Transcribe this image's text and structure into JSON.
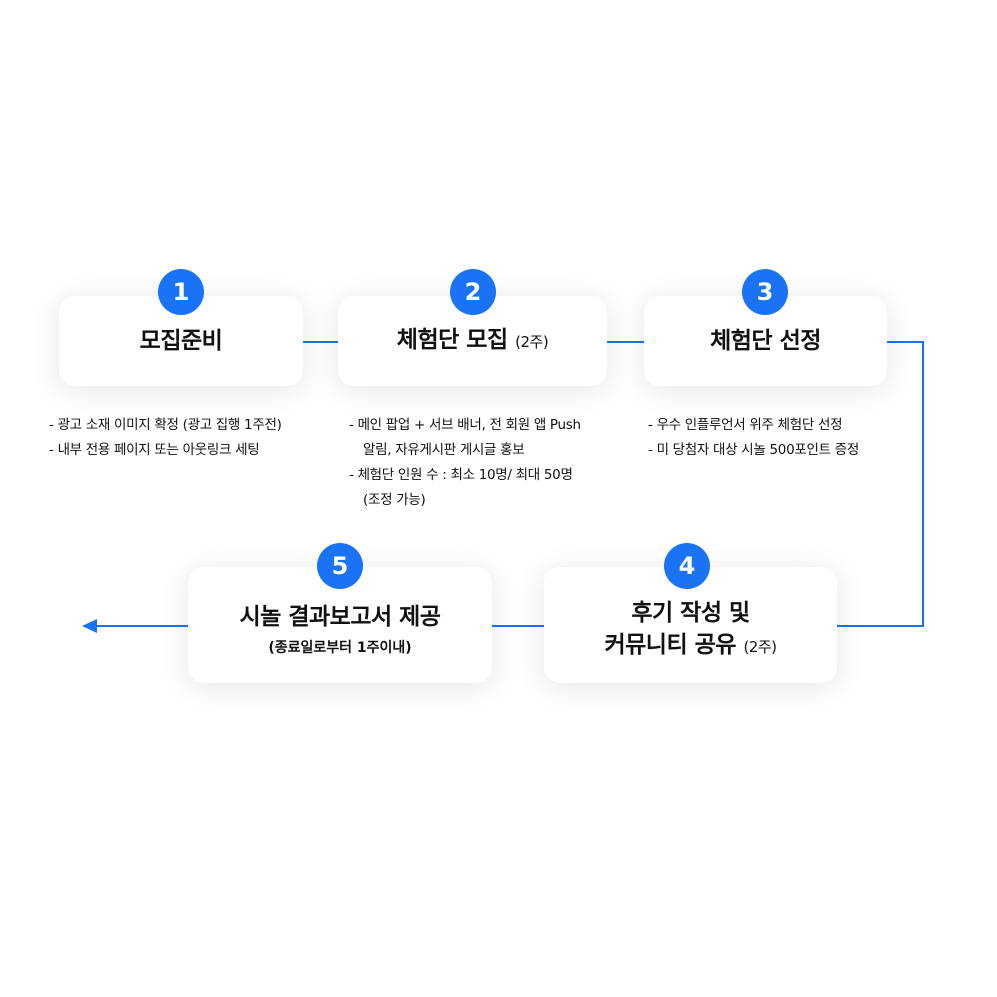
{
  "accent_color": "#1a73f5",
  "steps": [
    {
      "number": "1",
      "title": "모집준비",
      "notes": [
        "- 광고 소재 이미지 확정 (광고 집행 1주전)",
        "- 내부 전용 페이지 또는 아웃링크 세팅"
      ]
    },
    {
      "number": "2",
      "title": "체험단 모집",
      "suffix": "(2주)",
      "notes": [
        "- 메인 팝업 + 서브 배너, 전 회원 앱 Push",
        "알림, 자유게시판 게시글 홍보",
        "- 체험단 인원 수 : 최소 10명/ 최대 50명",
        "(조정 가능)"
      ]
    },
    {
      "number": "3",
      "title": "체험단 선정",
      "notes": [
        "- 우수 인플루언서 위주 체험단 선정",
        "- 미 당첨자 대상 시놀 500포인트 증정"
      ]
    },
    {
      "number": "4",
      "title_line1": "후기 작성 및",
      "title_line2": "커뮤니티 공유",
      "suffix": "(2주)"
    },
    {
      "number": "5",
      "title": "시놀 결과보고서 제공",
      "subtitle": "(종료일로부터 1주이내)"
    }
  ]
}
